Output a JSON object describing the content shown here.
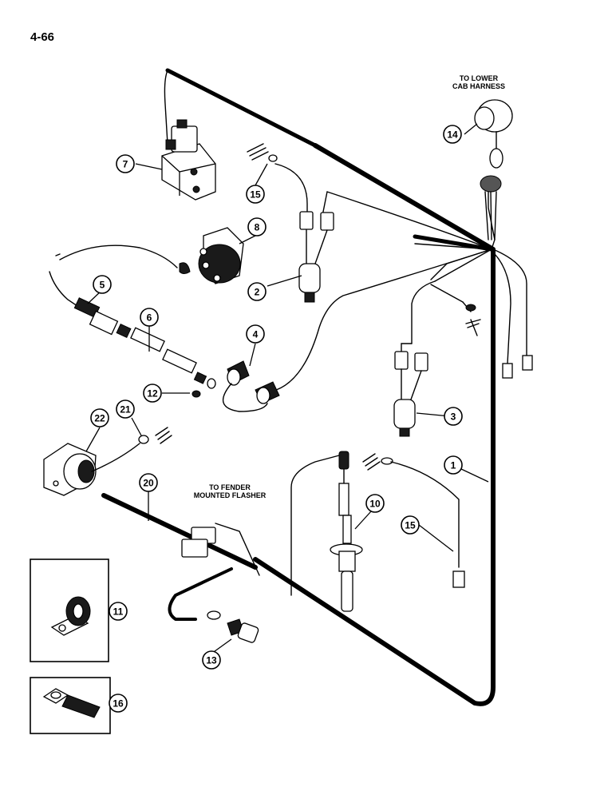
{
  "page_number": "4-66",
  "notes": {
    "lower_cab_line1": "TO LOWER",
    "lower_cab_line2": "CAB HARNESS",
    "fender_line1": "TO FENDER",
    "fender_line2": "MOUNTED FLASHER"
  },
  "callouts": {
    "c1": "1",
    "c2": "2",
    "c3": "3",
    "c4": "4",
    "c5": "5",
    "c6": "6",
    "c7": "7",
    "c8": "8",
    "c10": "10",
    "c11": "11",
    "c12": "12",
    "c13": "13",
    "c14": "14",
    "c15a": "15",
    "c15b": "15",
    "c16": "16",
    "c20": "20",
    "c21": "21",
    "c22": "22"
  }
}
